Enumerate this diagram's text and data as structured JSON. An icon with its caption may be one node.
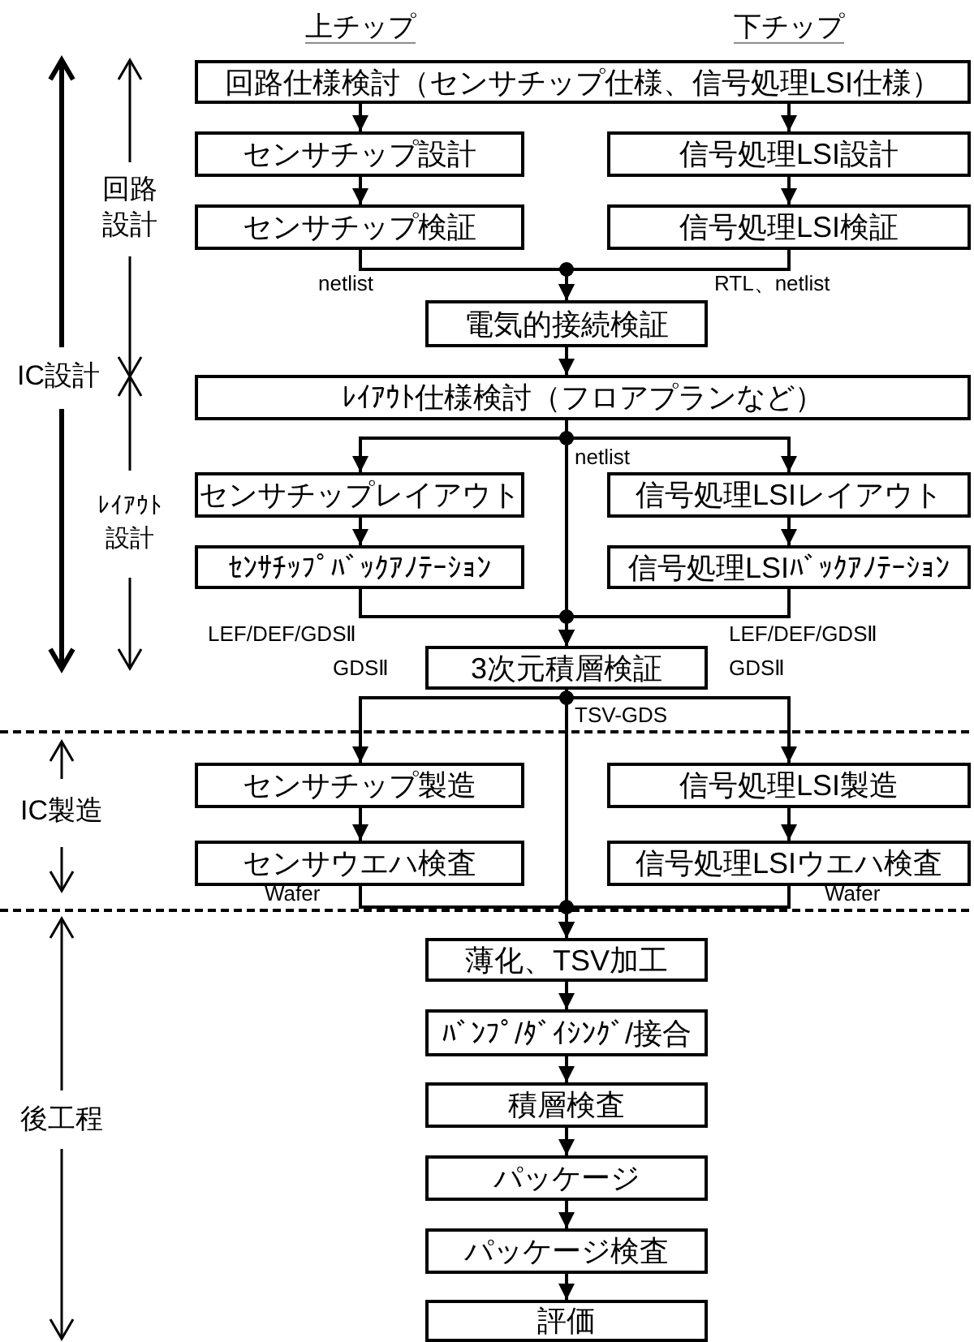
{
  "diagram": {
    "nodes": [
      {
        "text": [
          "回路仕様検討（センサチップ仕様、信号処理LSI仕様）"
        ]
      },
      {
        "text": [
          "センサチップ設計"
        ]
      },
      {
        "text": [
          "信号処理LSI設計"
        ]
      },
      {
        "text": [
          "センサチップ検証"
        ]
      },
      {
        "text": [
          "信号処理LSI検証"
        ]
      },
      {
        "text": [
          "電気的接続検証"
        ]
      },
      {
        "text": [
          "ﾚｲｱｳﾄ仕様検討（フロアプランなど）"
        ]
      },
      {
        "text": [
          "センサチップレイアウト"
        ]
      },
      {
        "text": [
          "信号処理LSIレイアウト"
        ]
      },
      {
        "text": [
          "ｾﾝｻﾁｯﾌﾟﾊﾞｯｸｱﾉﾃｰｼｮﾝ"
        ]
      },
      {
        "text": [
          "信号処理LSIﾊﾞｯｸｱﾉﾃｰｼｮﾝ"
        ]
      },
      {
        "text": [
          "3次元積層検証"
        ]
      },
      {
        "text": [
          "センサチップ製造"
        ]
      },
      {
        "text": [
          "信号処理LSI製造"
        ]
      },
      {
        "text": [
          "センサウエハ検査"
        ]
      },
      {
        "text": [
          "信号処理LSIウエハ検査"
        ]
      },
      {
        "text": [
          "薄化、TSV加工"
        ]
      },
      {
        "text": [
          "ﾊﾞﾝﾌﾟ/ﾀﾞｲｼﾝｸﾞ/接合"
        ]
      },
      {
        "text": [
          "積層検査"
        ]
      },
      {
        "text": [
          "パッケージ"
        ]
      },
      {
        "text": [
          "パッケージ検査"
        ]
      },
      {
        "text": [
          "評価"
        ]
      }
    ],
    "edges": [
      {
        "from": 0,
        "to": 1,
        "arrow": "to"
      },
      {
        "from": 0,
        "to": 2,
        "arrow": "to"
      },
      {
        "from": 1,
        "to": 3,
        "arrow": "to"
      },
      {
        "from": 2,
        "to": 4,
        "arrow": "to"
      },
      {
        "from": 3,
        "to": 5,
        "arrow": "to",
        "label": "netlist"
      },
      {
        "from": 4,
        "to": 5,
        "arrow": "to",
        "label": "RTL、netlist"
      },
      {
        "from": 5,
        "to": 6,
        "arrow": "to"
      },
      {
        "from": 6,
        "to": 7,
        "arrow": "to"
      },
      {
        "from": 6,
        "to": 8,
        "arrow": "to"
      },
      {
        "from": 6,
        "to": 11,
        "arrow": "to",
        "label": "netlist"
      },
      {
        "from": 7,
        "to": 9,
        "arrow": "to"
      },
      {
        "from": 8,
        "to": 10,
        "arrow": "to"
      },
      {
        "from": 9,
        "to": 11,
        "arrow": "to",
        "label": "LEF/DEF/GDSⅡ"
      },
      {
        "from": 10,
        "to": 11,
        "arrow": "to",
        "label": "LEF/DEF/GDSⅡ"
      },
      {
        "from": 11,
        "to": 12,
        "arrow": "to",
        "label": "GDSⅡ"
      },
      {
        "from": 11,
        "to": 13,
        "arrow": "to",
        "label": "GDSⅡ"
      },
      {
        "from": 11,
        "to": 16,
        "arrow": "to",
        "label": "TSV-GDS"
      },
      {
        "from": 12,
        "to": 14,
        "arrow": "to"
      },
      {
        "from": 13,
        "to": 15,
        "arrow": "to"
      },
      {
        "from": 14,
        "to": 16,
        "arrow": "to",
        "label": "Wafer"
      },
      {
        "from": 15,
        "to": 16,
        "arrow": "to",
        "label": "Wafer"
      },
      {
        "from": 16,
        "to": 17,
        "arrow": "to"
      },
      {
        "from": 17,
        "to": 18,
        "arrow": "to"
      },
      {
        "from": 18,
        "to": 19,
        "arrow": "to"
      },
      {
        "from": 19,
        "to": 20,
        "arrow": "to"
      },
      {
        "from": 20,
        "to": 21,
        "arrow": "to"
      }
    ],
    "labels": [
      "上チップ",
      "下チップ",
      "回路設計",
      "IC設計",
      "ﾚｲｱｳﾄ設計",
      "IC製造",
      "後工程"
    ]
  }
}
